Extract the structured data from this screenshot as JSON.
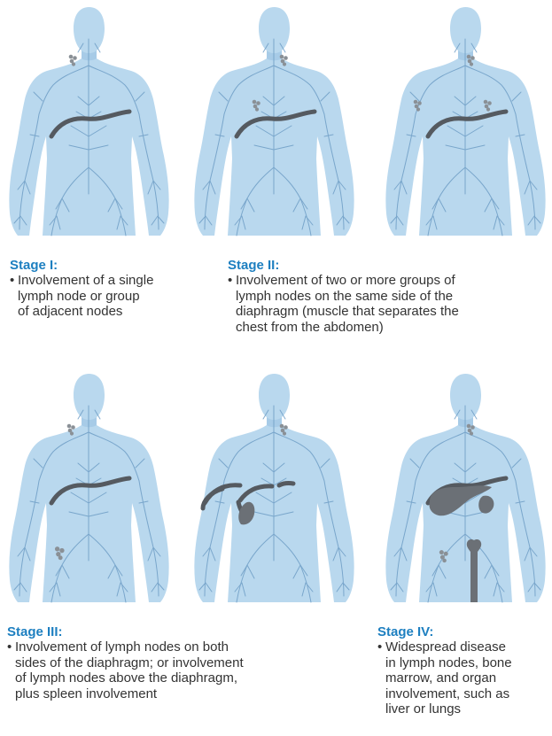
{
  "colors": {
    "body_fill": "#b9d8ee",
    "body_shade": "#a7cbe7",
    "lymph_vessel": "#6f9ec6",
    "diaphragm": "#555a60",
    "node": "#8a9096",
    "organ": "#6b7076",
    "stage_title": "#1d7fc0",
    "text": "#333333"
  },
  "figures": [
    {
      "name": "stage-1-single-node-group",
      "nodes": [
        "neck"
      ],
      "organs": []
    },
    {
      "name": "stage-2-same-side-groups",
      "nodes": [
        "neck",
        "right-armpit"
      ],
      "organs": []
    },
    {
      "name": "stage-2-both-armpits",
      "nodes": [
        "neck",
        "right-armpit",
        "left-armpit"
      ],
      "organs": []
    },
    {
      "name": "stage-3-above-and-below-diaphragm",
      "nodes": [
        "neck",
        "groin"
      ],
      "organs": []
    },
    {
      "name": "stage-3-spleen-involvement",
      "nodes": [
        "neck"
      ],
      "organs": [
        "spleen"
      ]
    },
    {
      "name": "stage-4-organ-involvement",
      "nodes": [
        "neck",
        "groin"
      ],
      "organs": [
        "liver",
        "spleen",
        "bone"
      ]
    }
  ],
  "stages": [
    {
      "title": "Stage I:",
      "lines": [
        "Involvement of a single",
        "lymph node or group",
        "of adjacent nodes"
      ]
    },
    {
      "title": "Stage II:",
      "lines": [
        "Involvement of two or more groups of",
        "lymph nodes on the same side of the",
        "diaphragm (muscle that separates the",
        "chest from the abdomen)"
      ]
    },
    {
      "title": "Stage III:",
      "lines": [
        "Involvement of lymph nodes on both",
        "sides of the diaphragm; or involvement",
        "of lymph nodes above the diaphragm,",
        "plus spleen involvement"
      ]
    },
    {
      "title": "Stage IV:",
      "lines": [
        "Widespread disease",
        "in lymph nodes, bone",
        "marrow, and organ",
        "involvement, such as",
        "liver or lungs"
      ]
    }
  ]
}
